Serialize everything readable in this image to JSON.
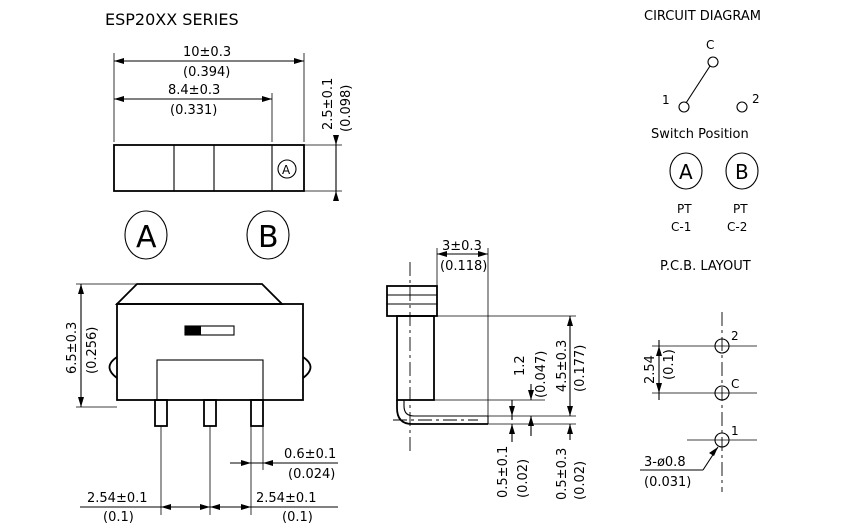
{
  "top_view": {
    "title": "ESP20XX SERIES",
    "dim_total_width": "10±0.3",
    "dim_total_width_in": "(0.394)",
    "dim_inner_width": "8.4±0.3",
    "dim_inner_width_in": "(0.331)",
    "dim_height": "2.5±0.1",
    "dim_height_in": "(0.098)",
    "mark_a": "A",
    "label_a": "A",
    "label_b": "B"
  },
  "front_view": {
    "dim_height": "6.5±0.3",
    "dim_height_in": "(0.256)",
    "dim_pin_width": "0.6±0.1",
    "dim_pin_width_in": "(0.024)",
    "dim_pitch_left": "2.54±0.1",
    "dim_pitch_left_in": "(0.1)",
    "dim_pitch_right": "2.54±0.1",
    "dim_pitch_right_in": "(0.1)"
  },
  "side_view": {
    "dim_width": "3±0.3",
    "dim_width_in": "(0.118)",
    "dim_a": "1.2",
    "dim_a_in": "(0.047)",
    "dim_b": "4.5±0.3",
    "dim_b_in": "(0.177)",
    "dim_c": "0.5±0.1",
    "dim_c_in": "(0.02)",
    "dim_d": "0.5±0.3",
    "dim_d_in": "(0.02)"
  },
  "circuit": {
    "title": "CIRCUIT DIAGRAM",
    "node_c": "C",
    "node_1": "1",
    "node_2": "2",
    "caption": "Switch Position",
    "pos_a": "A",
    "pos_b": "B",
    "pt_a": "PT",
    "conn_a": "C-1",
    "pt_b": "PT",
    "conn_b": "C-2"
  },
  "pcb": {
    "title": "P.C.B. LAYOUT",
    "pad_2": "2",
    "pad_c": "C",
    "pad_1": "1",
    "dim_pitch": "2.54",
    "dim_pitch_in": "(0.1)",
    "dim_hole": "3-ø0.8",
    "dim_hole_in": "(0.031)"
  }
}
